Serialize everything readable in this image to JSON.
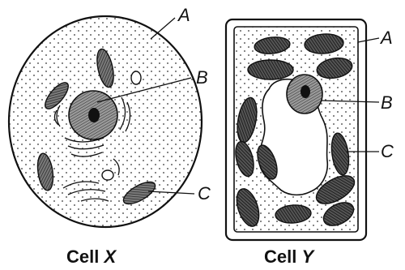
{
  "cell_x": {
    "caption_word": "Cell",
    "caption_symbol": "X",
    "labels": {
      "a": "A",
      "b": "B",
      "c": "C"
    }
  },
  "cell_y": {
    "caption_word": "Cell",
    "caption_symbol": "Y",
    "labels": {
      "a": "A",
      "b": "B",
      "c": "C"
    }
  },
  "colors": {
    "ink": "#111111",
    "cytoplasm_dots": "#333333",
    "organelle_fill": "#444444",
    "nucleus_fill": "#6a6a6a",
    "vacuole_fill": "#ffffff"
  }
}
